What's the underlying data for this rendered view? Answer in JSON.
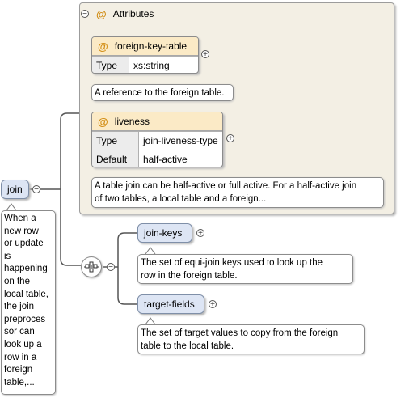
{
  "attributes_group": {
    "title": "Attributes",
    "at_symbol": "@",
    "collapse_icon": "minus-circle-icon"
  },
  "attributes": [
    {
      "name": "foreign-key-table",
      "rows": [
        {
          "key": "Type",
          "value": "xs:string"
        }
      ],
      "note": "A reference to the foreign table."
    },
    {
      "name": "liveness",
      "rows": [
        {
          "key": "Type",
          "value": "join-liveness-type"
        },
        {
          "key": "Default",
          "value": "half-active"
        }
      ],
      "note_lines": [
        "A table join can be half-active or full active. For a half-active join",
        "of two tables, a local table and a foreign..."
      ]
    }
  ],
  "root": {
    "name": "join",
    "note_lines": [
      "When a",
      "new row",
      "or update",
      "is",
      "happening",
      "on the",
      "local table,",
      "the join",
      "preproces",
      "sor can",
      "look up a",
      "row in a",
      "foreign",
      "table,..."
    ]
  },
  "sequence": {
    "icon": "sequence-compositor-icon"
  },
  "children": [
    {
      "name": "join-keys",
      "note_lines": [
        "The set of equi-join keys used to look up the",
        "row in the foreign table."
      ]
    },
    {
      "name": "target-fields",
      "note_lines": [
        "The set of target values to copy from the foreign",
        "table to the local table."
      ]
    }
  ],
  "icons": {
    "expand": "plus-circle-icon",
    "collapse": "minus-circle-icon"
  },
  "colors": {
    "panel_bg": "#f3efe4",
    "attr_header": "#fbeac6",
    "element_bg": "#dde5f4",
    "at_symbol": "#d08a0e"
  }
}
